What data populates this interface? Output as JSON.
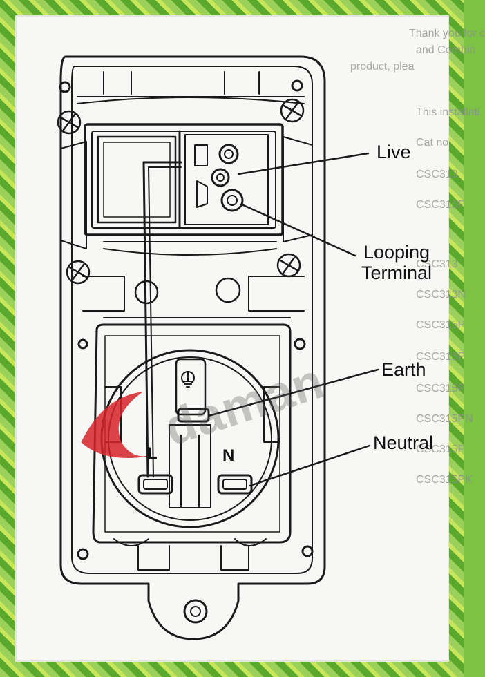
{
  "labels": {
    "live": "Live",
    "looping_line1": "Looping",
    "looping_line2": "Terminal",
    "earth": "Earth",
    "neutral": "Neutral"
  },
  "terminal_letters": {
    "l": "L",
    "n": "N"
  },
  "watermark": "daman",
  "background_text": [
    "Thank you for c",
    "and Combin",
    "product, plea",
    "This installati",
    "Cat no.",
    "CSC313",
    "CSC315P",
    "CSC313",
    "CSC313N",
    "CSC315P",
    "CSC315P",
    "CSC315P",
    "CSC315PN",
    "CSC315P",
    "CSC315PK"
  ],
  "colors": {
    "border_green": "#7cc243",
    "line": "#1a1a1a",
    "watermark_red": "#d8242b"
  }
}
